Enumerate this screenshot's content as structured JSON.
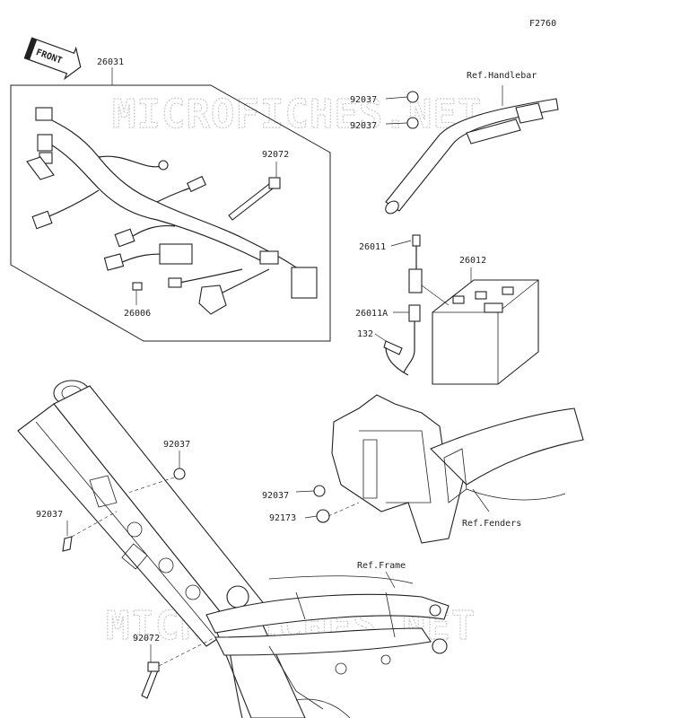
{
  "figure_id": "F2760",
  "front_arrow": "FRONT",
  "watermark": "MICROFICHES.NET",
  "parts": {
    "harness": "26031",
    "harness_sub": "26006",
    "clip_handlebar_1": "92037",
    "clip_handlebar_2": "92037",
    "band_harness": "92072",
    "battery_lead": "26011",
    "battery_lead_a": "26011A",
    "battery": "26012",
    "bolt": "132",
    "clip_frame_1": "92037",
    "clip_frame_2": "92037",
    "clip_fender": "92037",
    "clamp_fender": "92173",
    "band_frame": "92072"
  },
  "refs": {
    "handlebar": "Ref.Handlebar",
    "fenders": "Ref.Fenders",
    "frame": "Ref.Frame"
  }
}
